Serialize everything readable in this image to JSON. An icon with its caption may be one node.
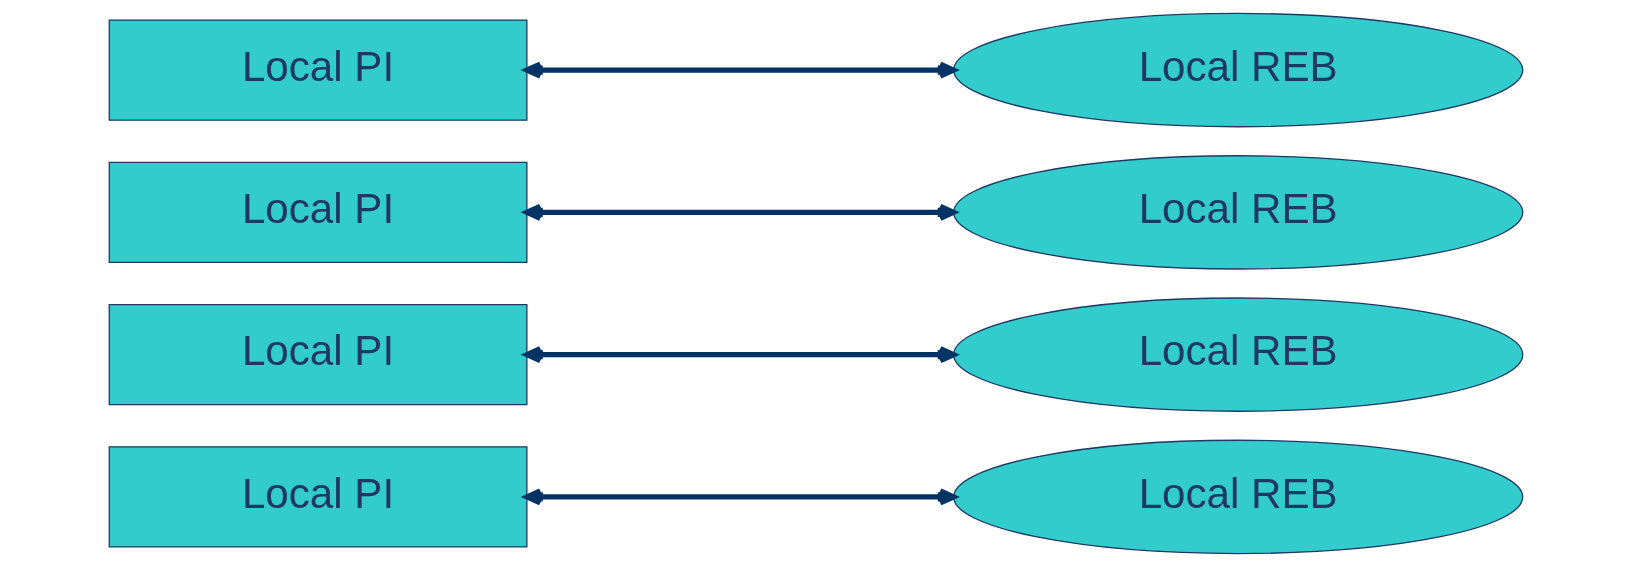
{
  "diagram": {
    "nodes": [
      {
        "text": [
          "Local PI"
        ]
      },
      {
        "text": [
          "Local REB"
        ]
      },
      {
        "text": [
          "Local PI"
        ]
      },
      {
        "text": [
          "Local REB"
        ]
      },
      {
        "text": [
          "Local PI"
        ]
      },
      {
        "text": [
          "Local REB"
        ]
      },
      {
        "text": [
          "Local PI"
        ]
      },
      {
        "text": [
          "Local REB"
        ]
      }
    ],
    "edges": [
      {
        "from": 0,
        "to": 1,
        "arrow": "both"
      },
      {
        "from": 2,
        "to": 3,
        "arrow": "both"
      },
      {
        "from": 4,
        "to": 5,
        "arrow": "both"
      },
      {
        "from": 6,
        "to": 7,
        "arrow": "both"
      }
    ]
  }
}
